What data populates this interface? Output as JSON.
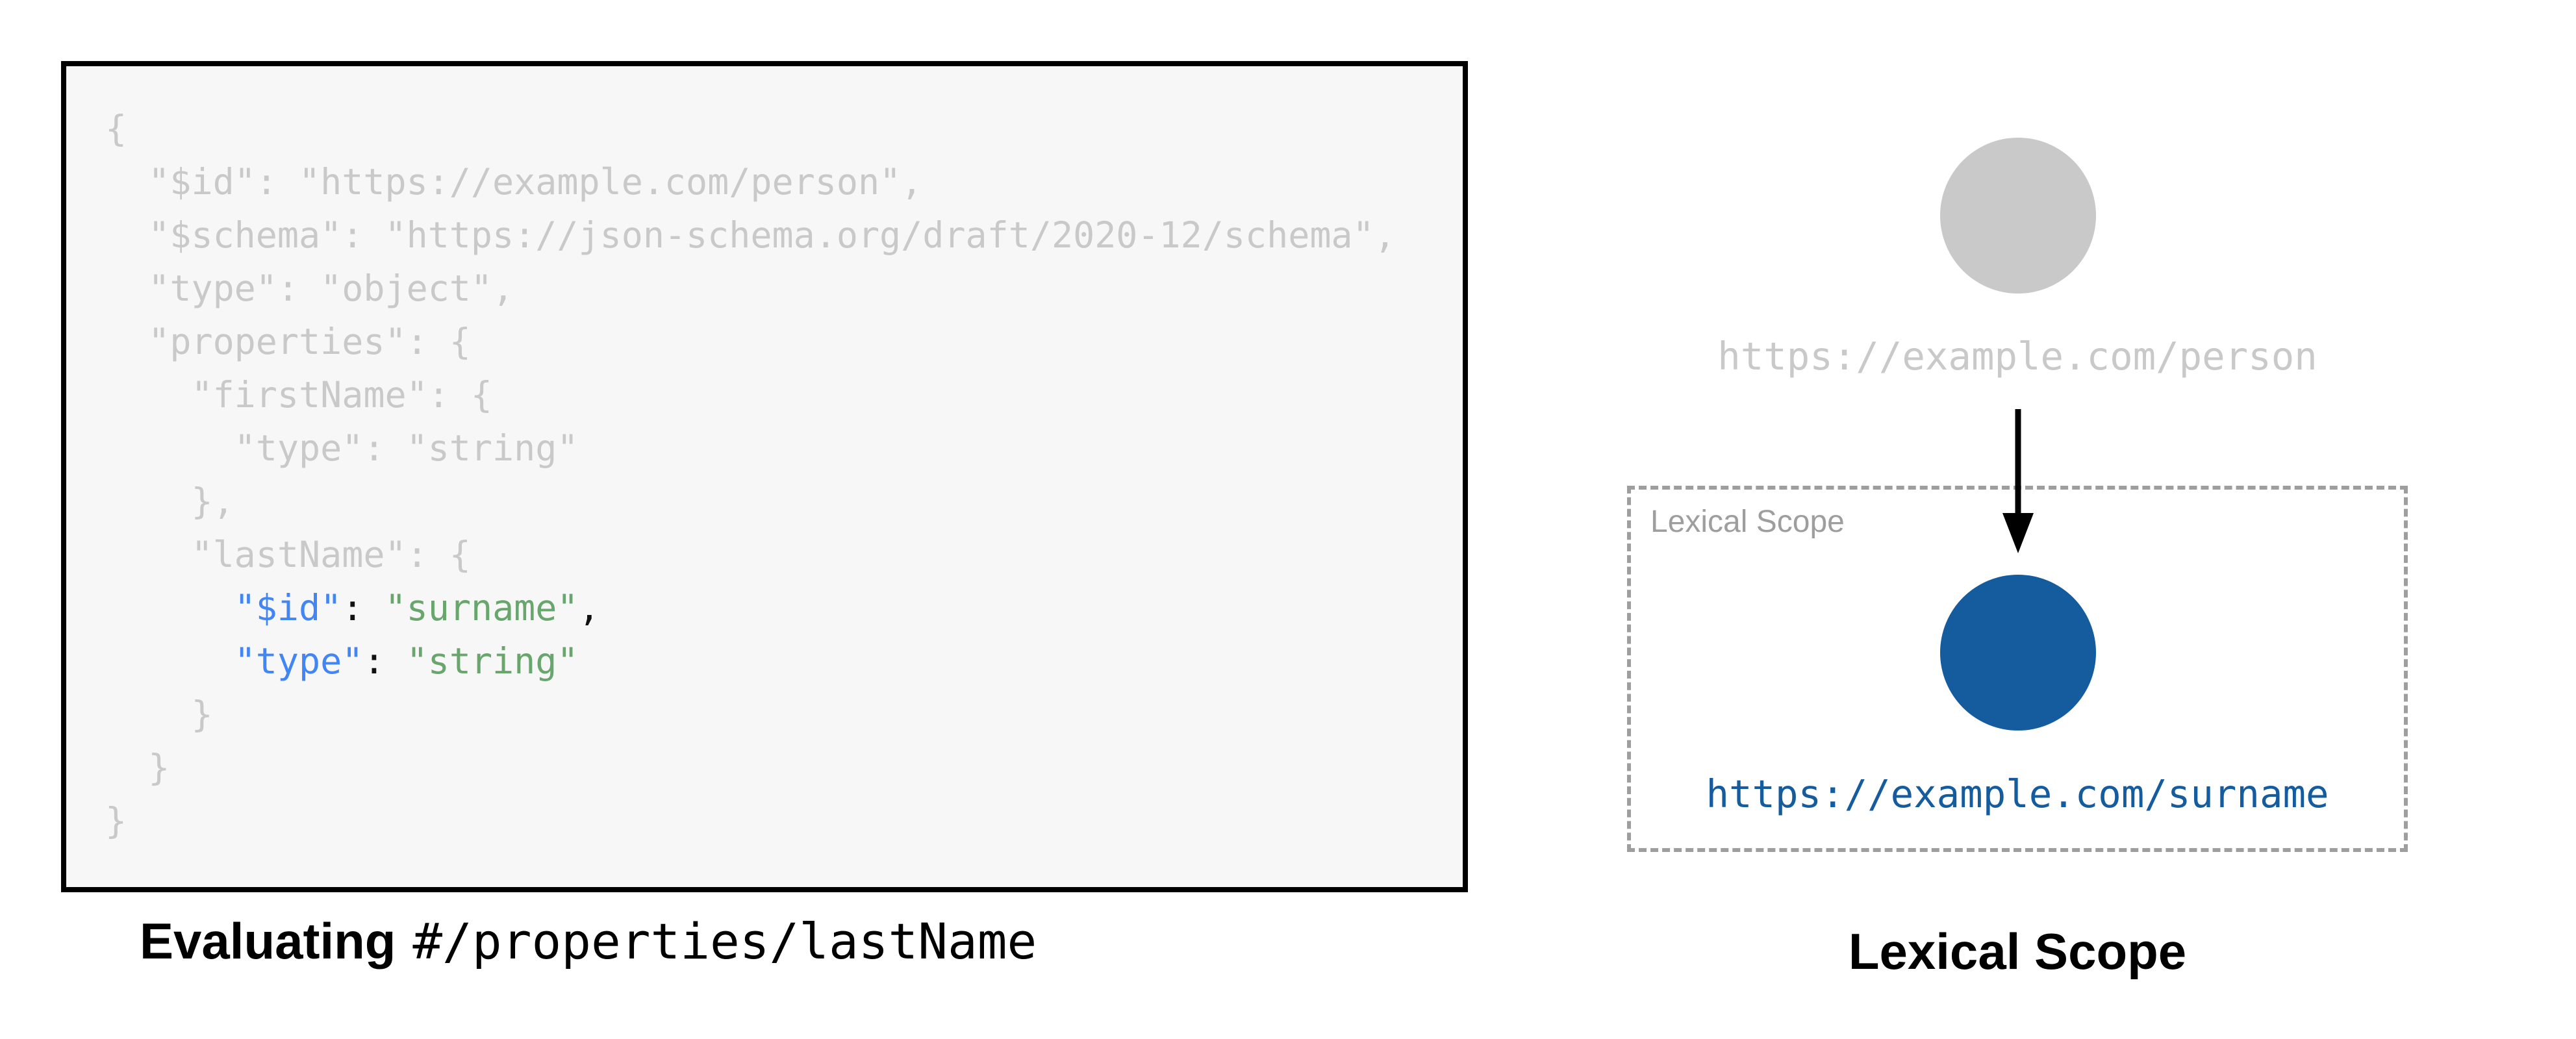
{
  "colors": {
    "code_gray": "#c9c9c9",
    "code_key_blue": "#4285f4",
    "code_value_green": "#68a66d",
    "code_punct_black": "#111111",
    "diagram_gray": "#c9c9c9",
    "diagram_blue": "#155c9f",
    "dashed_border_gray": "#9e9e9e",
    "code_box_background": "#f7f7f7",
    "code_box_border": "#000000"
  },
  "code": {
    "lines": [
      [
        {
          "t": "{",
          "c": "gray"
        }
      ],
      [
        {
          "t": "  \"$id\": \"https://example.com/person\",",
          "c": "gray"
        }
      ],
      [
        {
          "t": "  \"$schema\": \"https://json-schema.org/draft/2020-12/schema\",",
          "c": "gray"
        }
      ],
      [
        {
          "t": "  \"type\": \"object\",",
          "c": "gray"
        }
      ],
      [
        {
          "t": "  \"properties\": {",
          "c": "gray"
        }
      ],
      [
        {
          "t": "    \"firstName\": {",
          "c": "gray"
        }
      ],
      [
        {
          "t": "      \"type\": \"string\"",
          "c": "gray"
        }
      ],
      [
        {
          "t": "    },",
          "c": "gray"
        }
      ],
      [
        {
          "t": "    \"lastName\": {",
          "c": "gray"
        }
      ],
      [
        {
          "t": "      ",
          "c": "gray"
        },
        {
          "t": "\"$id\"",
          "c": "blue"
        },
        {
          "t": ": ",
          "c": "black"
        },
        {
          "t": "\"surname\"",
          "c": "green"
        },
        {
          "t": ",",
          "c": "black"
        }
      ],
      [
        {
          "t": "      ",
          "c": "gray"
        },
        {
          "t": "\"type\"",
          "c": "blue"
        },
        {
          "t": ": ",
          "c": "black"
        },
        {
          "t": "\"string\"",
          "c": "green"
        }
      ],
      [
        {
          "t": "    }",
          "c": "gray"
        }
      ],
      [
        {
          "t": "  }",
          "c": "gray"
        }
      ],
      [
        {
          "t": "}",
          "c": "gray"
        }
      ]
    ]
  },
  "left": {
    "caption_bold": "Evaluating",
    "caption_mono": "#/properties/lastName"
  },
  "right": {
    "root_uri": "https://example.com/person",
    "scope_label": "Lexical Scope",
    "surname_uri": "https://example.com/surname",
    "caption": "Lexical Scope"
  }
}
